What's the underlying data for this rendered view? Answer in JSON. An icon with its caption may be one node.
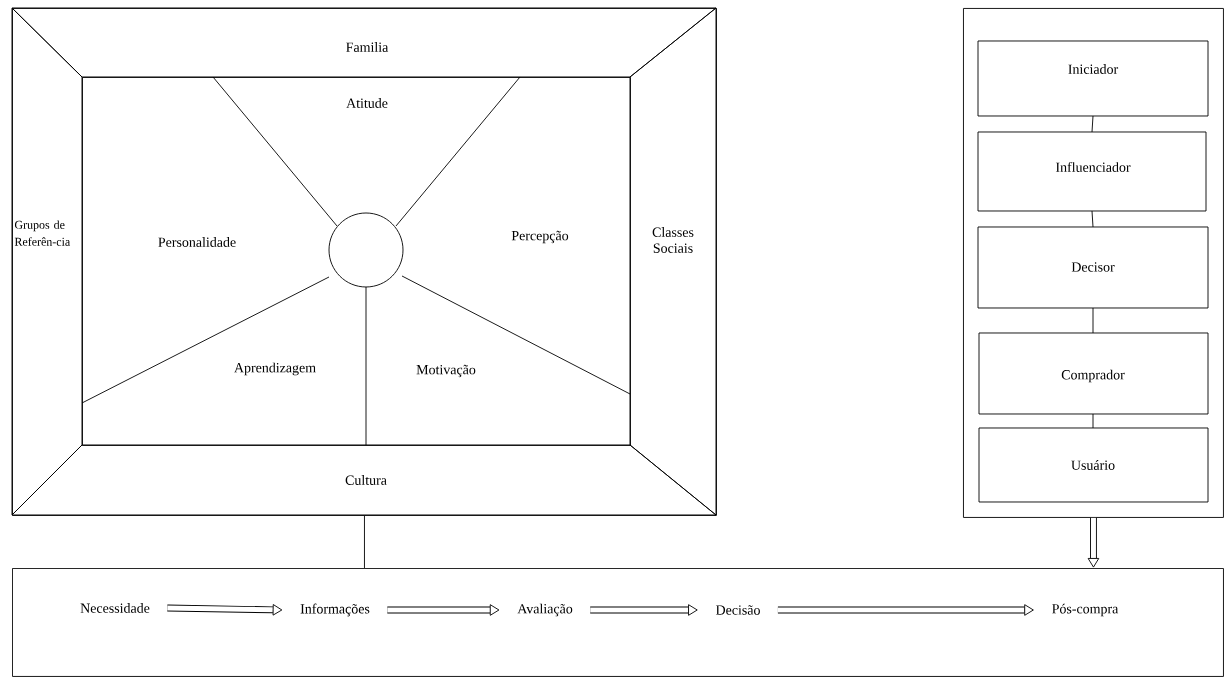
{
  "diagram": {
    "nodes": [
      {
        "text": [],
        "shape": "box"
      },
      {
        "text": [
          "Familia"
        ],
        "in": 0
      },
      {
        "text": [
          "Grupos de Referên-cia"
        ],
        "in": 0
      },
      {
        "text": [
          "Classes Sociais"
        ],
        "in": 0
      },
      {
        "text": [
          "Cultura"
        ],
        "in": 0
      },
      {
        "text": [],
        "shape": "box",
        "in": 0
      },
      {
        "text": [
          "Atitude"
        ],
        "in": 5
      },
      {
        "text": [
          "Personalidade"
        ],
        "in": 5
      },
      {
        "text": [
          "Percepção"
        ],
        "in": 5
      },
      {
        "text": [
          "Aprendizagem"
        ],
        "in": 5
      },
      {
        "text": [
          "Motivação"
        ],
        "in": 5
      },
      {
        "text": [],
        "shape": "circle",
        "in": 5
      },
      {
        "text": [],
        "shape": "box"
      },
      {
        "text": [
          "Iniciador"
        ],
        "in": 12
      },
      {
        "text": [
          "Influenciador"
        ],
        "in": 12
      },
      {
        "text": [
          "Decisor"
        ],
        "in": 12
      },
      {
        "text": [
          "Comprador"
        ],
        "in": 12
      },
      {
        "text": [
          "Usuário"
        ],
        "in": 12
      },
      {
        "text": [],
        "shape": "box"
      },
      {
        "text": [
          "Necessidade"
        ],
        "in": 18
      },
      {
        "text": [
          "Informações"
        ],
        "in": 18
      },
      {
        "text": [
          "Avaliação"
        ],
        "in": 18
      },
      {
        "text": [
          "Decisão"
        ],
        "in": 18
      },
      {
        "text": [
          "Pós-compra"
        ],
        "in": 18
      }
    ],
    "edges": [
      {
        "from": 0,
        "to": 18,
        "arrow": "none"
      },
      {
        "from": 12,
        "to": 18,
        "arrow": "to",
        "style": "thick"
      },
      {
        "from": 13,
        "to": 14,
        "arrow": "none"
      },
      {
        "from": 14,
        "to": 15,
        "arrow": "none"
      },
      {
        "from": 15,
        "to": 16,
        "arrow": "none"
      },
      {
        "from": 16,
        "to": 17,
        "arrow": "none"
      },
      {
        "from": 19,
        "to": 20,
        "arrow": "to",
        "style": "thick"
      },
      {
        "from": 20,
        "to": 21,
        "arrow": "to",
        "style": "thick"
      },
      {
        "from": 21,
        "to": 22,
        "arrow": "to",
        "style": "thick"
      },
      {
        "from": 22,
        "to": 23,
        "arrow": "to",
        "style": "thick"
      }
    ]
  }
}
